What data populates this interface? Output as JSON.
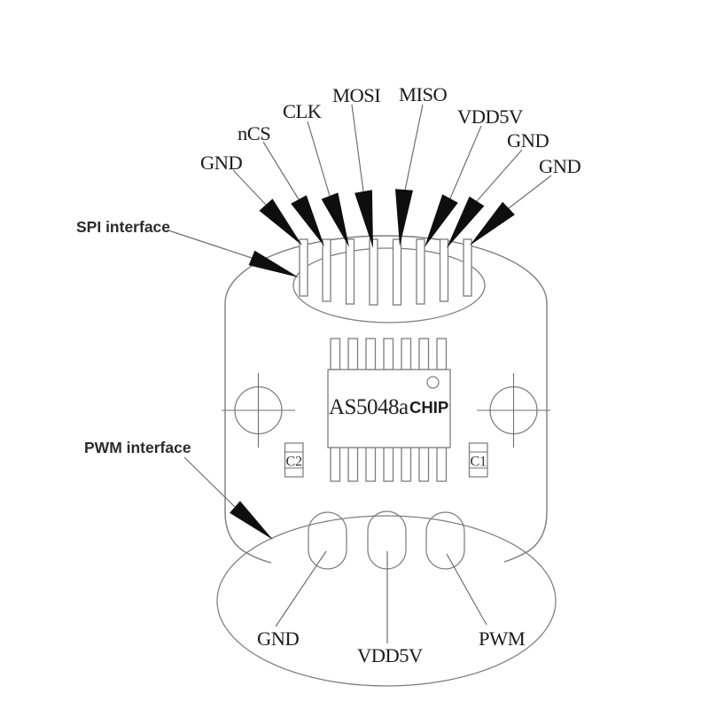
{
  "figure": {
    "spi_interface_label": "SPI interface",
    "pwm_interface_label": "PWM interface",
    "top_pin_labels": [
      "GND",
      "nCS",
      "CLK",
      "MOSI",
      "MISO",
      "VDD5V",
      "GND",
      "GND"
    ],
    "bottom_pad_labels": [
      "GND",
      "VDD5V",
      "PWM"
    ],
    "chip": {
      "name": "AS5048a",
      "tag": "CHIP"
    },
    "capacitors": {
      "left": "C2",
      "right": "C1"
    },
    "colors": {
      "background": "#ffffff",
      "outline": "#7d7d7d",
      "arrow": "#0e0e0e",
      "text": "#1b1b1b"
    }
  }
}
